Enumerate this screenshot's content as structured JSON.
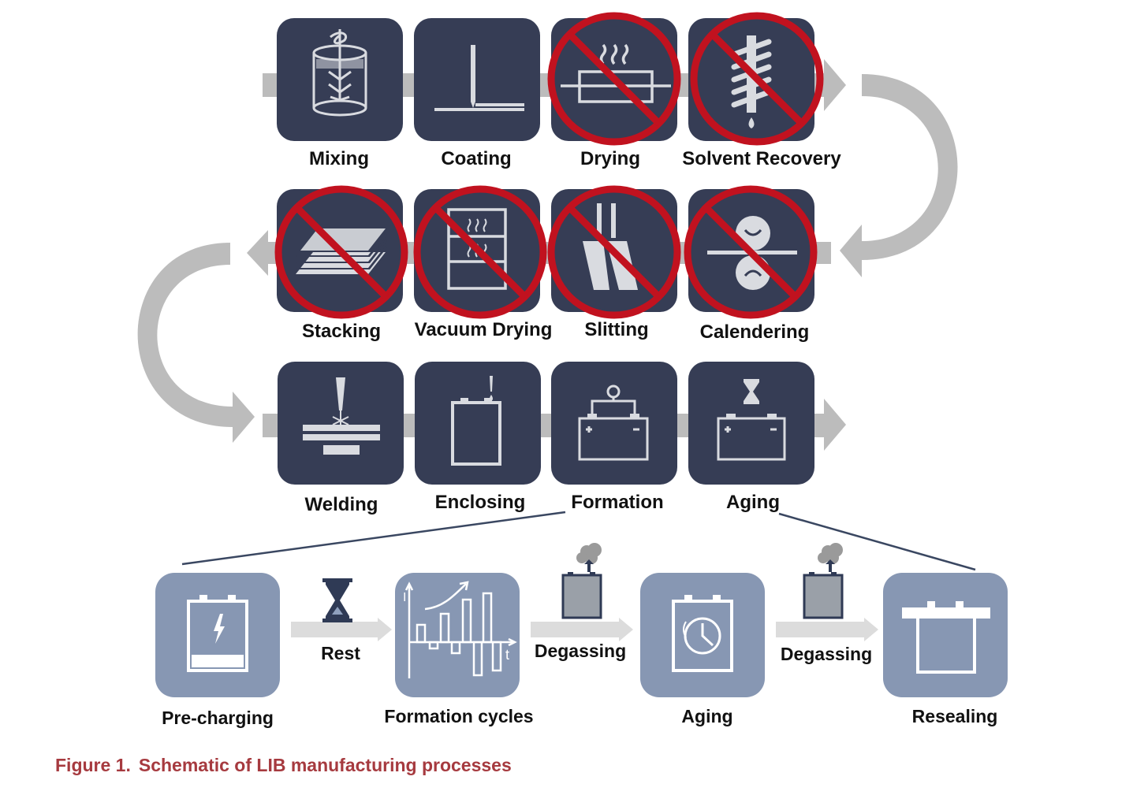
{
  "process_steps": [
    {
      "label": "Mixing",
      "icon": "mixer-icon",
      "crossed": false
    },
    {
      "label": "Coating",
      "icon": "coating-blade-icon",
      "crossed": false
    },
    {
      "label": "Drying",
      "icon": "drying-oven-icon",
      "crossed": true
    },
    {
      "label": "Solvent Recovery",
      "icon": "solvent-recovery-icon",
      "crossed": true
    },
    {
      "label": "Calendering",
      "icon": "calender-rollers-icon",
      "crossed": true
    },
    {
      "label": "Slitting",
      "icon": "slitting-icon",
      "crossed": true
    },
    {
      "label": "Vacuum Drying",
      "icon": "vacuum-drying-oven-icon",
      "crossed": true
    },
    {
      "label": "Stacking",
      "icon": "stacked-sheets-icon",
      "crossed": true
    },
    {
      "label": "Welding",
      "icon": "laser-welding-icon",
      "crossed": false
    },
    {
      "label": "Enclosing",
      "icon": "cell-enclosure-icon",
      "crossed": false
    },
    {
      "label": "Formation",
      "icon": "battery-formation-icon",
      "crossed": false
    },
    {
      "label": "Aging",
      "icon": "battery-aging-icon",
      "crossed": false
    }
  ],
  "formation_detail": {
    "steps": [
      {
        "label": "Pre-charging",
        "icon": "pre-charging-cell-icon"
      },
      {
        "label": "Formation cycles",
        "icon": "formation-cycles-chart-icon"
      },
      {
        "label": "Aging",
        "icon": "aging-clock-cell-icon"
      },
      {
        "label": "Resealing",
        "icon": "resealing-cell-icon"
      }
    ],
    "transitions": [
      {
        "label": "Rest",
        "icon": "hourglass-icon"
      },
      {
        "label": "Degassing",
        "icon": "degassing-cell-icon"
      },
      {
        "label": "Degassing",
        "icon": "degassing-cell-icon"
      }
    ],
    "chart_axis_labels": {
      "y": "I",
      "x": "t"
    }
  },
  "caption": {
    "figure_number": "Figure 1.",
    "text": "Schematic of LIB manufacturing processes"
  },
  "colors": {
    "dark_tile": "#363d55",
    "light_tile": "#8797b3",
    "flow_arrow": "#bcbcbc",
    "prohibition": "#c1121f",
    "caption": "#a63a3f"
  }
}
